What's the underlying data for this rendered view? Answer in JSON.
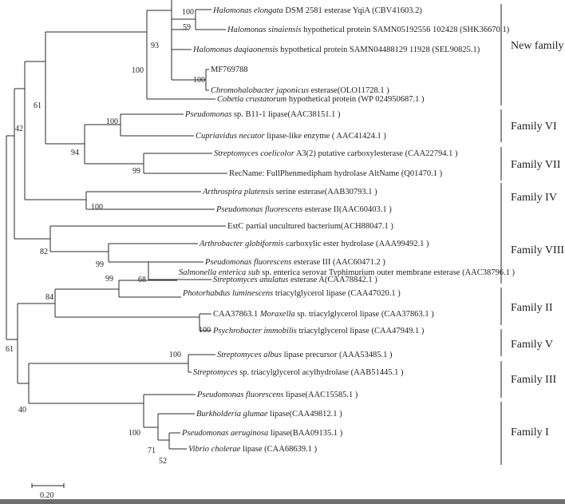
{
  "taxa": [
    {
      "italic": "Halomonas elongata",
      "normal": " DSM 2581 esterase YqiA  (CBV41603.2)"
    },
    {
      "italic": "Halomonas sinaiensis",
      "normal": " hypothetical protein SAMN05192556 102428 (SHK36670.1)"
    },
    {
      "italic": "Halomonas daqiaonensis",
      "normal": " hypothetical protein SAMN04488129 11928 (SEL90825.1)"
    },
    {
      "italic": "",
      "normal": "MF769788"
    },
    {
      "italic": "Chromohalobacter japonicus",
      "normal": " esterase(OLO11728.1 )"
    },
    {
      "italic": "Cobetia crustatorum",
      "normal": " hypothetical protein (WP 024950687.1 )"
    },
    {
      "italic": "Pseudomonas",
      "normal": " sp. B11-1 lipase(AAC38151.1 )"
    },
    {
      "italic": "Cupriavidus necator",
      "normal": " lipase-like enzyme ( AAC41424.1 )"
    },
    {
      "italic": "Streptomyces coelicolor",
      "normal": " A3(2) putative carboxylesterase (CAA22794.1 )"
    },
    {
      "italic": "",
      "normal": "RecName: FullPhenmedipham hydrolase AltName (Q01470.1 )"
    },
    {
      "italic": "Arthrospira platensis",
      "normal": " serine esterase(AAB30793.1 )"
    },
    {
      "italic": "Pseudomonas fluorescens",
      "normal": " esterase II(AAC60403.1 )"
    },
    {
      "italic": "",
      "normal": "EstC partial uncultured bacterium(ACH88047.1 )"
    },
    {
      "italic": "Arthrobacter globiformis",
      "normal": " carboxylic ester hydrolase (AAA99492.1 )"
    },
    {
      "italic": "Pseudomonas fluorescens",
      "normal": " esterase III (AAC60471.2 )"
    },
    {
      "italic": "Streptomyces anulatus",
      "normal": " esterase A(CAA78842.1 )"
    },
    {
      "italic": "Salmonella enterica sub",
      "normal": " sp. enterica serovar Typhimurium outer membrane esterase (AAC38796.1 )"
    },
    {
      "italic": "Photorhabdus luminescens",
      "normal": " triacylglycerol lipase  (CAA47020.1 )"
    },
    {
      "italic": "",
      "normal": "CAA37863.1 ",
      "italic2": "Moraxella",
      "normal2": " sp. triacylglycerol lipase  (CAA37863.1 )"
    },
    {
      "italic": "Psychrobacter immobilis",
      "normal": " triacylglycerol lipase  (CAA47949.1 )"
    },
    {
      "italic": "Streptomyces albus",
      "normal": " lipase precursor  (AAA53485.1 )"
    },
    {
      "italic": "Streptomyces",
      "normal": " sp. triacylglycerol  acylhydrolase (AAB51445.1 )"
    },
    {
      "italic": "Pseudomonas fluorescens",
      "normal": " lipase(AAC15585.1 )"
    },
    {
      "italic": "Burkholderia glumae",
      "normal": " lipase(CAA49812.1 )"
    },
    {
      "italic": "Pseudomonas aeruginosa",
      "normal": " lipase(BAA09135.1 )"
    },
    {
      "italic": "Vibrio cholerae",
      "normal": " lipase (CAA68639.1 )"
    }
  ],
  "bootstrap": [
    "100",
    "59",
    "93",
    "100",
    "100",
    "61",
    "100",
    "94",
    "99",
    "42",
    "100",
    "82",
    "99",
    "68",
    "99",
    "84",
    "100",
    "61",
    "100",
    "40",
    "100",
    "71",
    "52"
  ],
  "families": [
    "New family",
    "Family VI",
    "Family VII",
    "Family IV",
    "Family VIII",
    "Family II",
    "Family V",
    "Family III",
    "Family I"
  ],
  "scale_label": "0.20"
}
